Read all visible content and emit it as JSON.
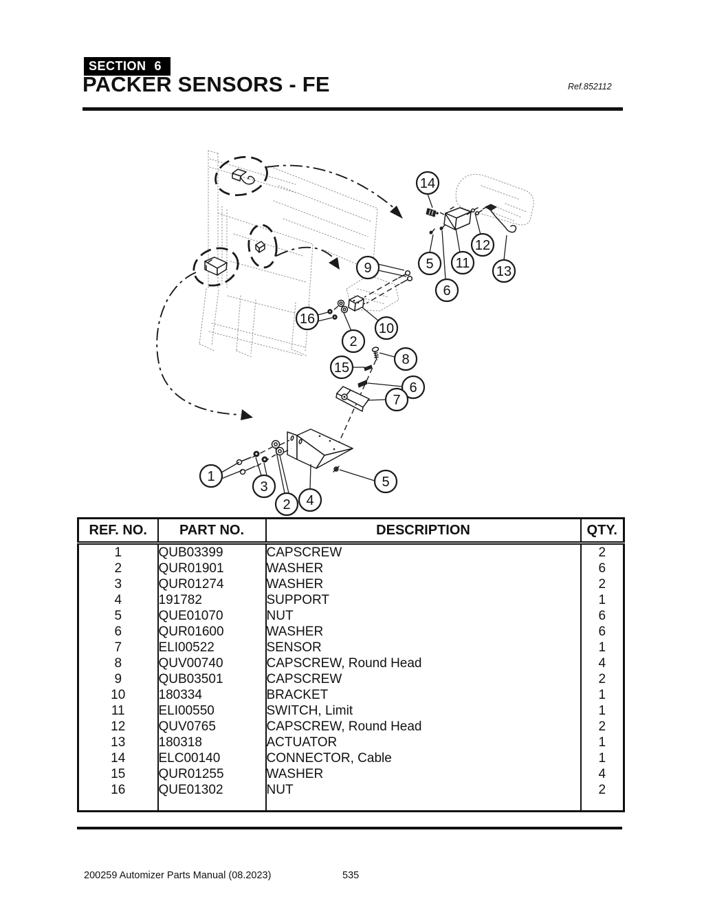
{
  "header": {
    "section_label": "SECTION",
    "section_number": "6",
    "title": "PACKER SENSORS - FE",
    "ref": "Ref.852112"
  },
  "table": {
    "columns": [
      "REF. NO.",
      "PART NO.",
      "DESCRIPTION",
      "QTY."
    ],
    "rows": [
      [
        "1",
        "QUB03399",
        "CAPSCREW",
        "2"
      ],
      [
        "2",
        "QUR01901",
        "WASHER",
        "6"
      ],
      [
        "3",
        "QUR01274",
        "WASHER",
        "2"
      ],
      [
        "4",
        "191782",
        "SUPPORT",
        "1"
      ],
      [
        "5",
        "QUE01070",
        "NUT",
        "6"
      ],
      [
        "6",
        "QUR01600",
        "WASHER",
        "6"
      ],
      [
        "7",
        "ELI00522",
        "SENSOR",
        "1"
      ],
      [
        "8",
        "QUV00740",
        "CAPSCREW, Round Head",
        "4"
      ],
      [
        "9",
        "QUB03501",
        "CAPSCREW",
        "2"
      ],
      [
        "10",
        "180334",
        "BRACKET",
        "1"
      ],
      [
        "11",
        "ELI00550",
        "SWITCH, Limit",
        "1"
      ],
      [
        "12",
        "QUV0765",
        "CAPSCREW, Round Head",
        "2"
      ],
      [
        "13",
        "180318",
        "ACTUATOR",
        "1"
      ],
      [
        "14",
        "ELC00140",
        "CONNECTOR, Cable",
        "1"
      ],
      [
        "15",
        "QUR01255",
        "WASHER",
        "4"
      ],
      [
        "16",
        "QUE01302",
        "NUT",
        "2"
      ]
    ]
  },
  "diagram": {
    "callouts": [
      "14",
      "9",
      "5",
      "11",
      "12",
      "13",
      "6",
      "16",
      "10",
      "2",
      "15",
      "8",
      "6",
      "7",
      "1",
      "3",
      "2",
      "4",
      "5"
    ]
  },
  "footer": {
    "manual": "200259 Automizer Parts Manual (08.2023)",
    "page": "535"
  }
}
